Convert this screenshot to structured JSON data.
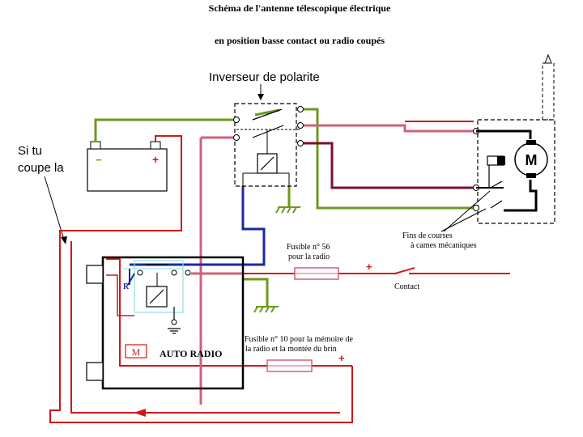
{
  "title": {
    "line1": "Schéma   de l'antenne télescopique électrique",
    "line2": "en position basse contact ou radio coupés"
  },
  "annotations": {
    "inverseur": "Inverseur de polarite",
    "si_tu_1": "Si tu",
    "si_tu_2": "coupe la"
  },
  "battery": {
    "minus": "−",
    "plus": "+"
  },
  "fuse56": {
    "line1": "Fusible n° 56",
    "line2": "pour la radio",
    "plus": "+"
  },
  "fuse10": {
    "line1": "Fusible n° 10 pour la mémoire de",
    "line2": "la radio et la montée du brin",
    "plus": "+"
  },
  "contact_label": "Contact",
  "fins_de_courses": {
    "line1": "Fins de courses",
    "line2": "à cames mécaniques"
  },
  "motor_label": "M",
  "radio": {
    "m_label": "M",
    "title": "AUTO RADIO",
    "r_label": "R"
  },
  "colors": {
    "green": "#6b9a1e",
    "red": "#d01818",
    "pink": "#d0607a",
    "blue": "#1a2aa0",
    "maroon": "#7a1030",
    "black": "#000000",
    "cyan": "#8fe0e0"
  }
}
